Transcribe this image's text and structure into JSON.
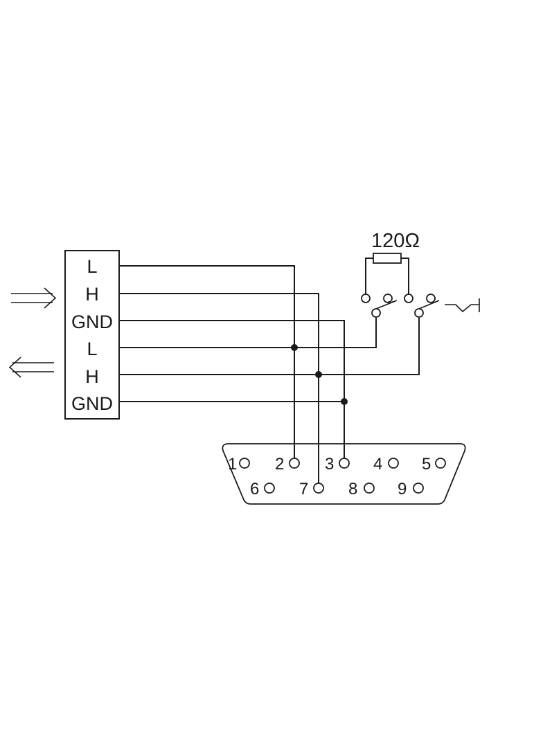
{
  "terminal_block": {
    "labels": [
      "L",
      "H",
      "GND",
      "L",
      "H",
      "GND"
    ]
  },
  "resistor": {
    "value_label": "120Ω"
  },
  "connector": {
    "pins": [
      "1",
      "2",
      "3",
      "4",
      "5",
      "6",
      "7",
      "8",
      "9"
    ]
  },
  "icons": {
    "input_arrow": "double-arrow-right-icon",
    "output_arrow": "double-arrow-left-icon",
    "switch_symbol": "manual-switch-icon"
  },
  "colors": {
    "line": "#1a1a1a",
    "background": "#ffffff"
  }
}
